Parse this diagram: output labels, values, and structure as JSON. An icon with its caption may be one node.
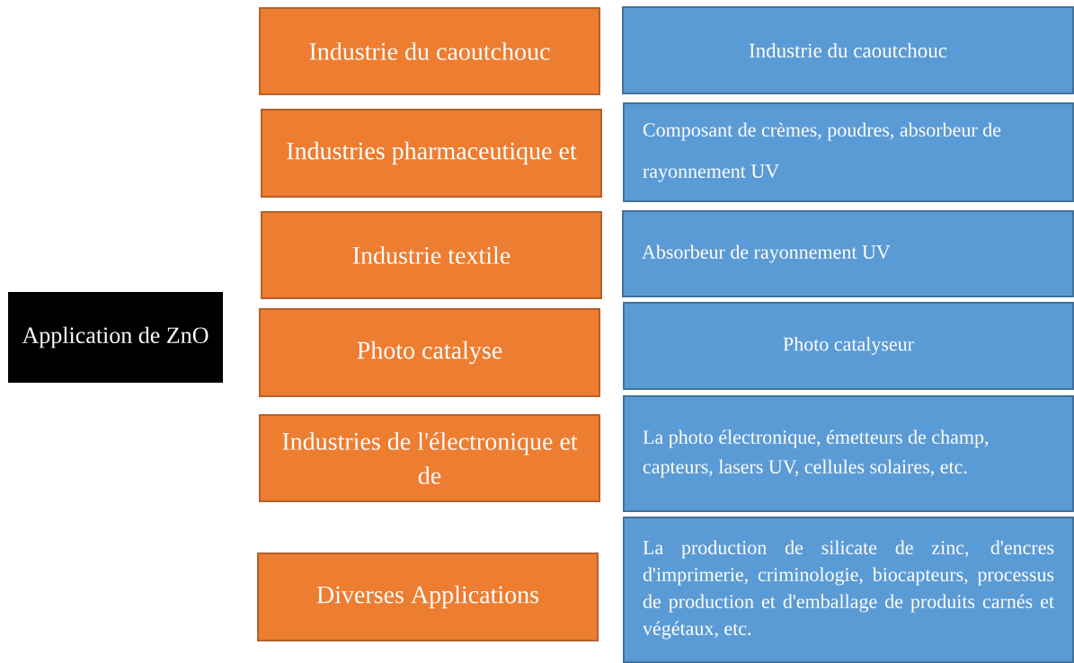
{
  "diagram": {
    "nodes": [
      {
        "text": [
          "Application de ZnO"
        ]
      },
      {
        "text": [
          "Industrie du caoutchouc"
        ]
      },
      {
        "text": [
          "Industries pharmaceutique et"
        ]
      },
      {
        "text": [
          "Industrie textile"
        ]
      },
      {
        "text": [
          "Photo catalyse"
        ]
      },
      {
        "text": [
          "Industries de l'électronique et de"
        ]
      },
      {
        "text": [
          "Diverses Applications"
        ]
      },
      {
        "text": [
          "Industrie du caoutchouc"
        ]
      },
      {
        "text": [
          "Composant de crèmes, poudres, absorbeur de rayonnement UV"
        ]
      },
      {
        "text": [
          "Absorbeur de rayonnement UV"
        ]
      },
      {
        "text": [
          "Photo catalyseur"
        ]
      },
      {
        "text": [
          "La photo électronique, émetteurs de champ, capteurs, lasers UV, cellules solaires, etc."
        ]
      },
      {
        "text": [
          "La production de silicate de zinc, d'encres d'imprimerie, criminologie, biocapteurs, processus de production et d'emballage de produits carnés et végétaux, etc."
        ]
      }
    ]
  }
}
